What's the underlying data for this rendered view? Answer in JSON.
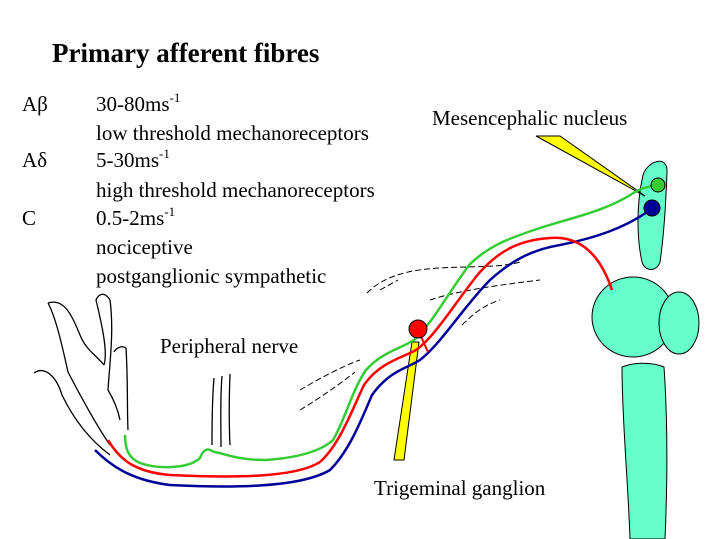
{
  "title": "Primary afferent fibres",
  "fibres": [
    {
      "symbol": "Aβ",
      "speed": "30-80ms",
      "exponent": "-1",
      "desc": [
        "low threshold mechanoreceptors"
      ]
    },
    {
      "symbol": "Aδ",
      "speed": "5-30ms",
      "exponent": "-1",
      "desc": [
        "high threshold mechanoreceptors"
      ]
    },
    {
      "symbol": "C",
      "speed": "0.5-2ms",
      "exponent": "-1",
      "desc": [
        "nociceptive",
        "postganglionic sympathetic"
      ]
    }
  ],
  "labels": {
    "mesencephalic": "Mesencephalic nucleus",
    "peripheral": "Peripheral nerve",
    "trigeminal": "Trigeminal ganglion"
  },
  "colors": {
    "green_fibre": "#33cc33",
    "red_fibre": "#ff0000",
    "blue_fibre": "#000099",
    "brainstem": "#66ffcc",
    "pointer": "#ffff00"
  }
}
